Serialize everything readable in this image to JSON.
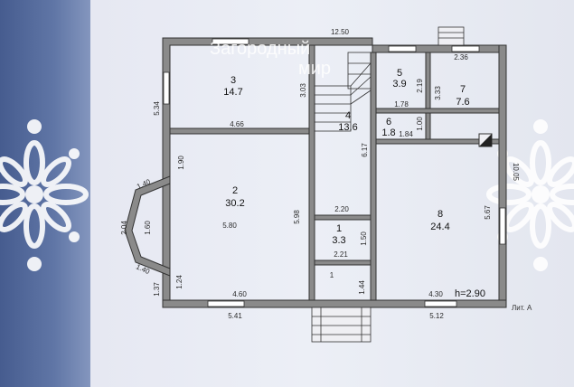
{
  "watermark": {
    "line1": "Загородный",
    "line2": "мир"
  },
  "rooms": [
    {
      "number": "1",
      "area": "3.3"
    },
    {
      "number": "2",
      "area": "30.2"
    },
    {
      "number": "3",
      "area": "14.7"
    },
    {
      "number": "4",
      "area": "13.6"
    },
    {
      "number": "5",
      "area": "3.9"
    },
    {
      "number": "6",
      "area": "1.8"
    },
    {
      "number": "7",
      "area": "7.6"
    },
    {
      "number": "8",
      "area": "24.4"
    }
  ],
  "dimensions": {
    "top_total": "12.50",
    "d_2_36": "2.36",
    "d_5_34": "5.34",
    "d_3_03": "3.03",
    "d_2_19": "2.19",
    "d_3_33": "3.33",
    "d_1_78": "1.78",
    "d_1_00": "1.00",
    "d_1_84": "1.84",
    "d_4_66": "4.66",
    "d_6_17": "6.17",
    "d_1_90": "1.90",
    "d_1_40_top": "1.40",
    "d_10_05": "10.05",
    "d_2_04": "2.04",
    "d_1_60": "1.60",
    "d_5_80": "5.80",
    "d_5_98": "5.98",
    "d_2_20": "2.20",
    "d_1_50": "1.50",
    "d_5_67": "5.67",
    "d_2_21": "2.21",
    "d_1_40_bottom": "1.40",
    "d_1": "1",
    "d_1_24": "1.24",
    "d_1_37": "1.37",
    "d_4_60": "4.60",
    "d_1_44": "1.44",
    "d_4_30": "4.30",
    "d_5_41": "5.41",
    "d_5_12": "5.12"
  },
  "height_label": "h=2.90",
  "lit_label": "Лит. А"
}
